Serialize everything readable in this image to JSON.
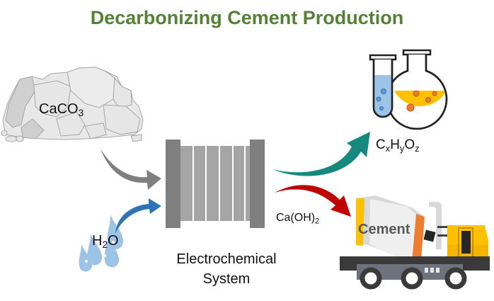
{
  "title": "Decarbonizing Cement Production",
  "colors": {
    "title": "#538135",
    "input_arrow": "#7f7f7f",
    "water_arrow": "#2e75b6",
    "product_arrow": "#16897f",
    "hydroxide_arrow": "#c00000",
    "electrode": "#808080",
    "membrane": "#a5a5a5"
  },
  "inputs": {
    "limestone": {
      "formula": "CaCO",
      "sub": "3"
    },
    "water": {
      "pre": "H",
      "sub": "2",
      "post": "O"
    }
  },
  "system": {
    "line1": "Electrochemical",
    "line2": "System"
  },
  "outputs": {
    "fuel": {
      "c": "C",
      "x": "x",
      "h": "H",
      "y": "y",
      "o": "O",
      "z": "z"
    },
    "hydroxide": {
      "formula": "Ca(OH)",
      "sub": "2"
    },
    "cement_label": "Cement"
  }
}
